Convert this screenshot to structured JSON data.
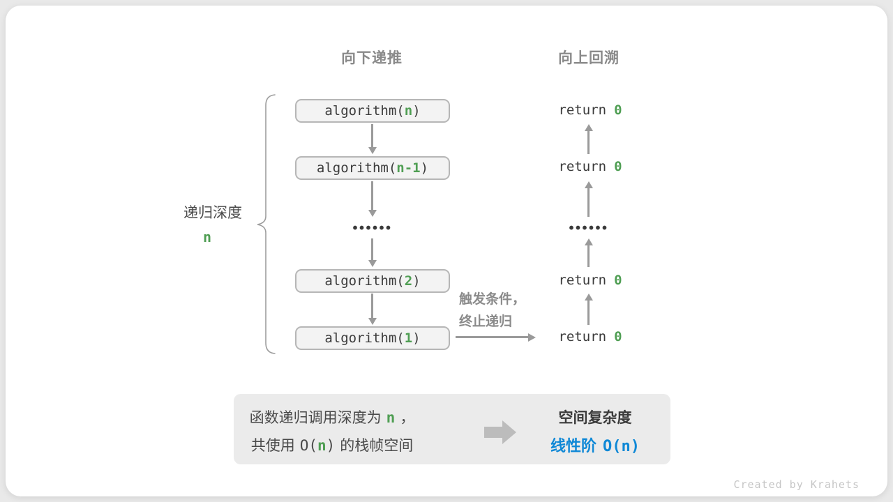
{
  "header": {
    "descend": "向下递推",
    "backtrack": "向上回溯"
  },
  "depth_label": {
    "text": "递归深度",
    "var": "n"
  },
  "ellipsis": "••••••",
  "call_stack": [
    {
      "fn": "algorithm(",
      "arg": "n",
      "close": ")"
    },
    {
      "fn": "algorithm(",
      "arg": "n-1",
      "close": ")"
    },
    {
      "fn": "algorithm(",
      "arg": "2",
      "close": ")"
    },
    {
      "fn": "algorithm(",
      "arg": "1",
      "close": ")"
    }
  ],
  "returns": [
    {
      "kw": "return",
      "val": "0"
    },
    {
      "kw": "return",
      "val": "0"
    },
    {
      "kw": "return",
      "val": "0"
    },
    {
      "kw": "return",
      "val": "0"
    }
  ],
  "trigger_note": {
    "line1": "触发条件，",
    "line2": "终止递归"
  },
  "summary": {
    "line1": {
      "pre": "函数递归调用深度为",
      "var": "n",
      "post": "，"
    },
    "line2": {
      "pre": "共使用",
      "bigo_open": "O(",
      "var": "n",
      "bigo_close": ")",
      "post": "的栈帧空间"
    },
    "result_title": "空间复杂度",
    "result": {
      "label": "线性阶",
      "complexity": "O(n)"
    }
  },
  "footer": {
    "credit": "Created by Krahets"
  },
  "colors": {
    "green": "#4f9e53",
    "blue": "#0f88d6",
    "arrow_gray": "#9a9a9a",
    "box_fill": "#f3f3f3",
    "panel_fill": "#ebebeb"
  }
}
